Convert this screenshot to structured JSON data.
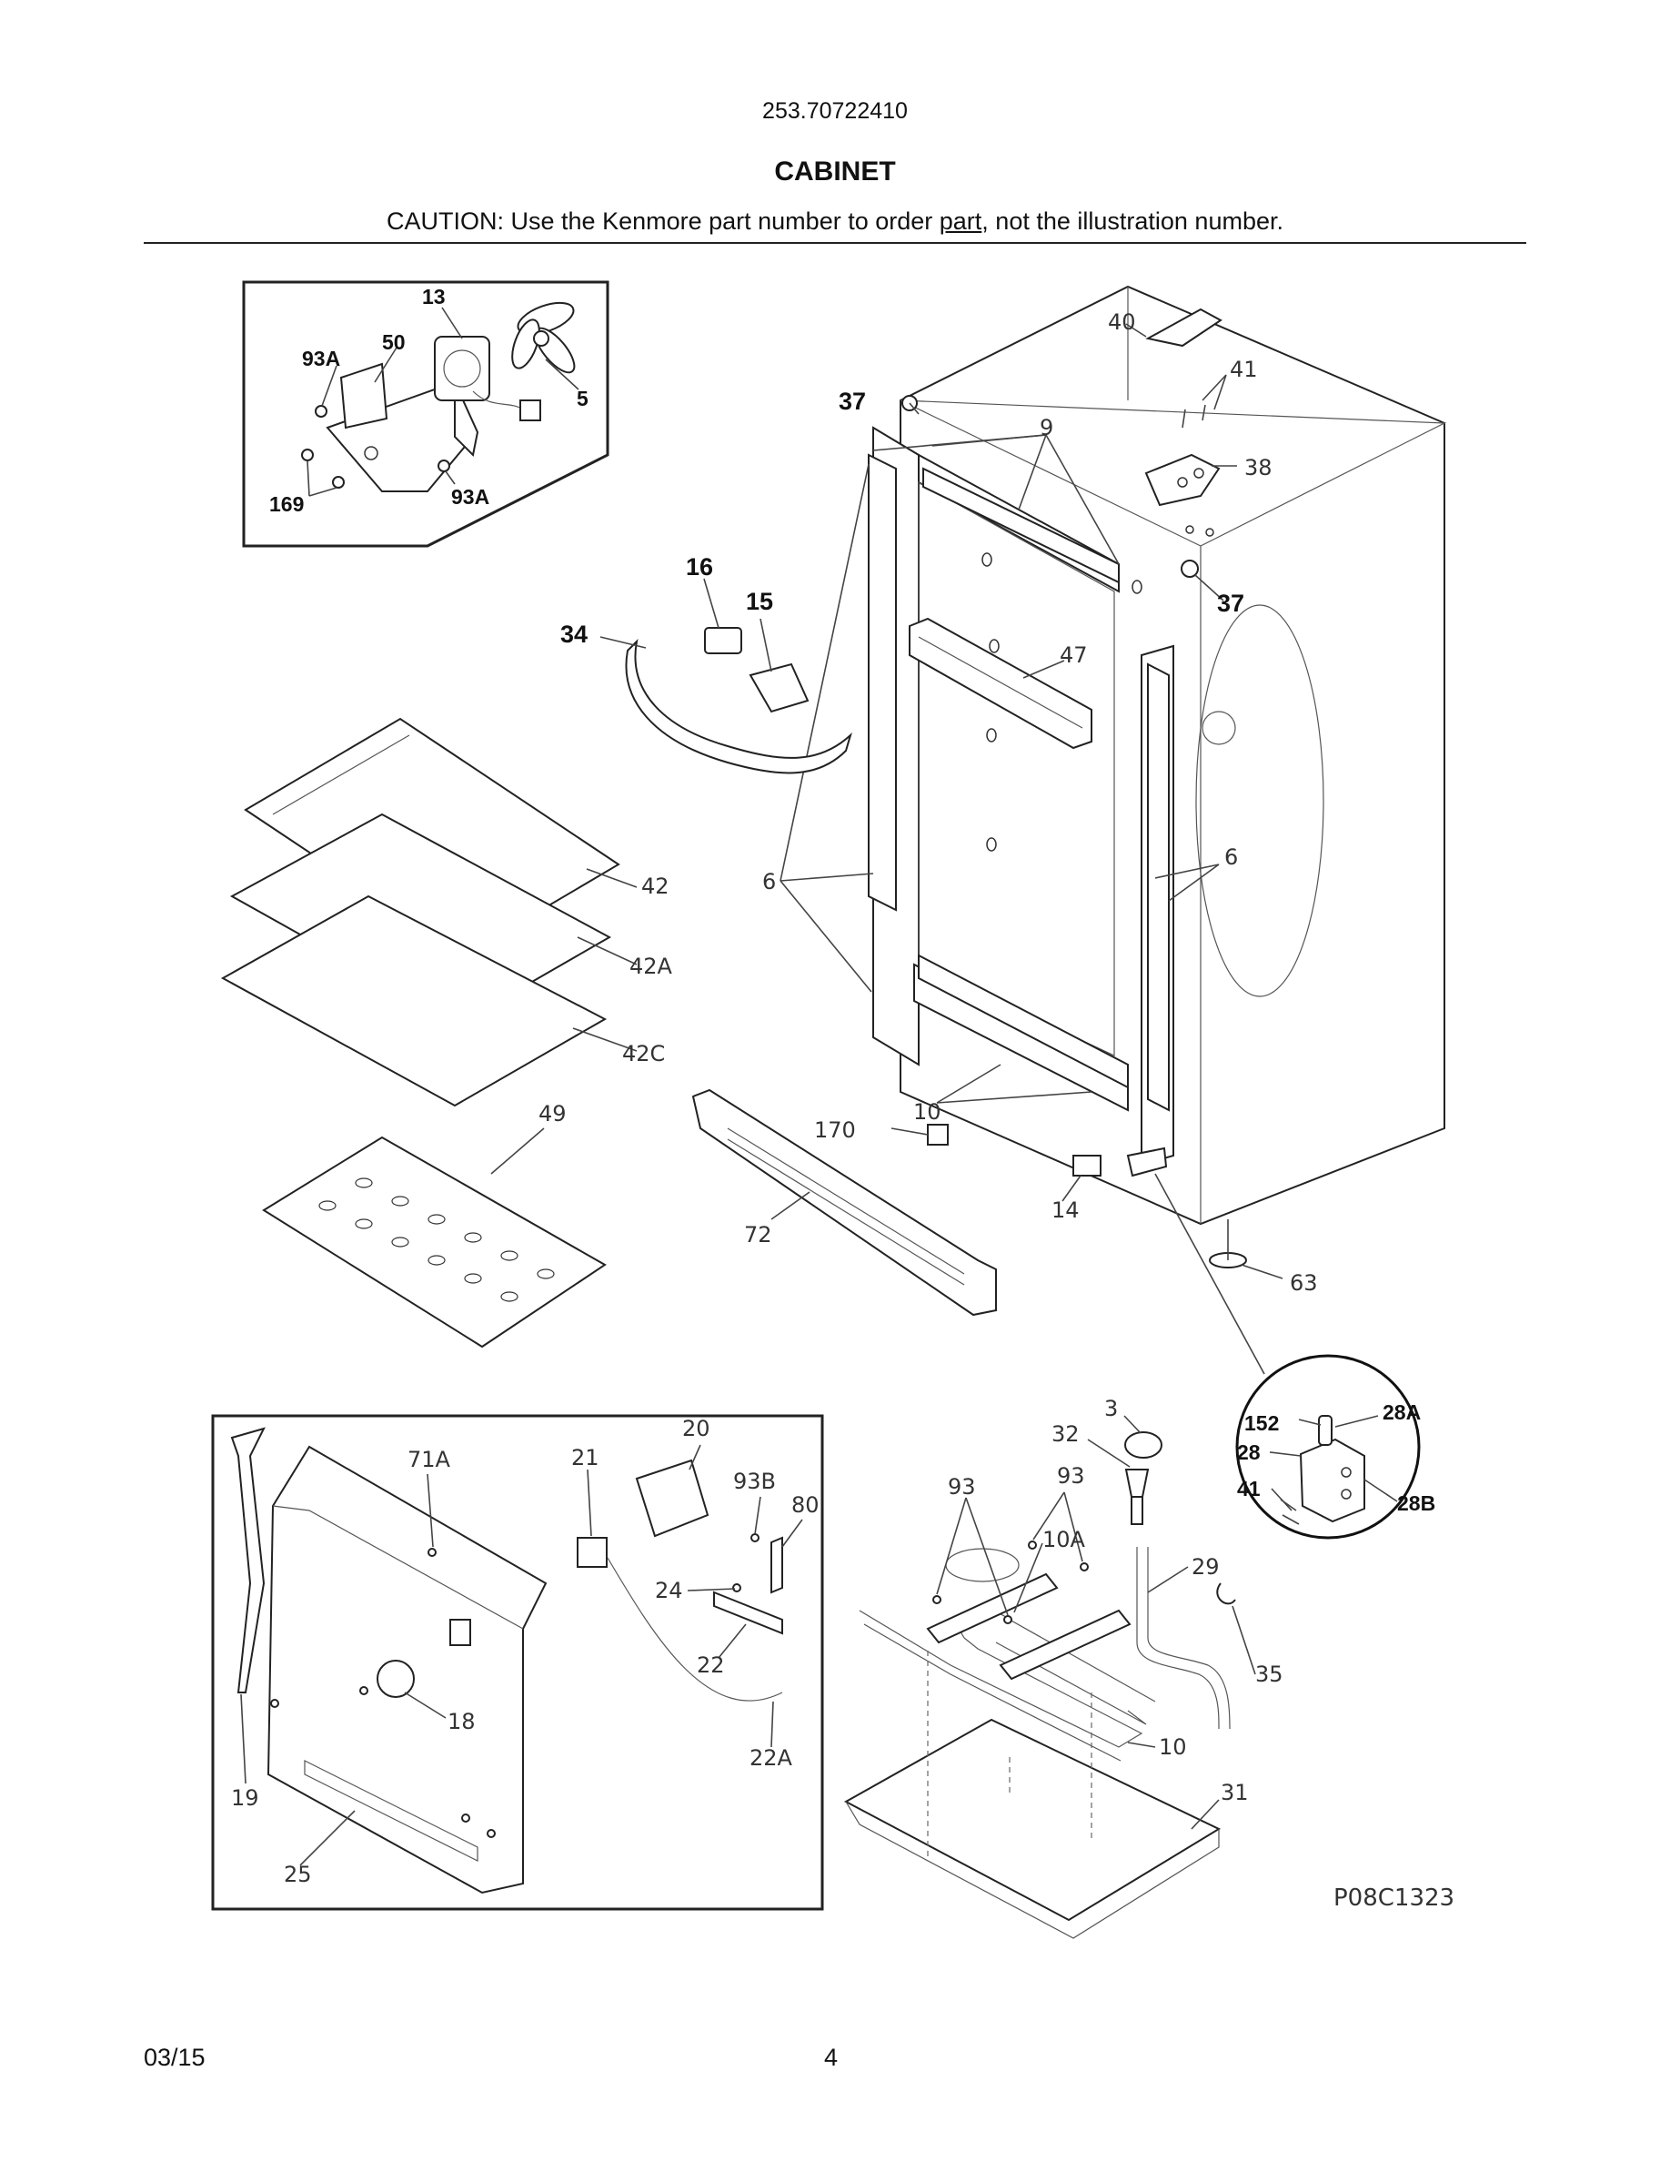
{
  "header": {
    "model_number": "253.70722410",
    "section_title": "CABINET",
    "caution_prefix": "CAUTION: Use the Kenmore part number to order ",
    "caution_link": "part",
    "caution_suffix": ", not the illustration number."
  },
  "footer": {
    "date": "03/15",
    "page_number": "4"
  },
  "diagram": {
    "illustration_code": "P08C1323",
    "inset_fan": {
      "labels": [
        "13",
        "50",
        "93A",
        "5",
        "169",
        "93A"
      ]
    },
    "inset_hinge": {
      "labels": [
        "152",
        "28A",
        "28",
        "41",
        "28B"
      ]
    },
    "inset_rear_panel": {
      "labels": [
        "71A",
        "21",
        "20",
        "93B",
        "80",
        "24",
        "22",
        "22A",
        "18",
        "19",
        "25"
      ]
    },
    "main_labels": [
      "40",
      "41",
      "37",
      "9",
      "38",
      "37",
      "16",
      "15",
      "34",
      "47",
      "6",
      "6",
      "42",
      "42A",
      "42C",
      "49",
      "170",
      "10",
      "14",
      "72",
      "63",
      "3",
      "32",
      "93",
      "93",
      "10A",
      "29",
      "35",
      "10",
      "31"
    ]
  }
}
